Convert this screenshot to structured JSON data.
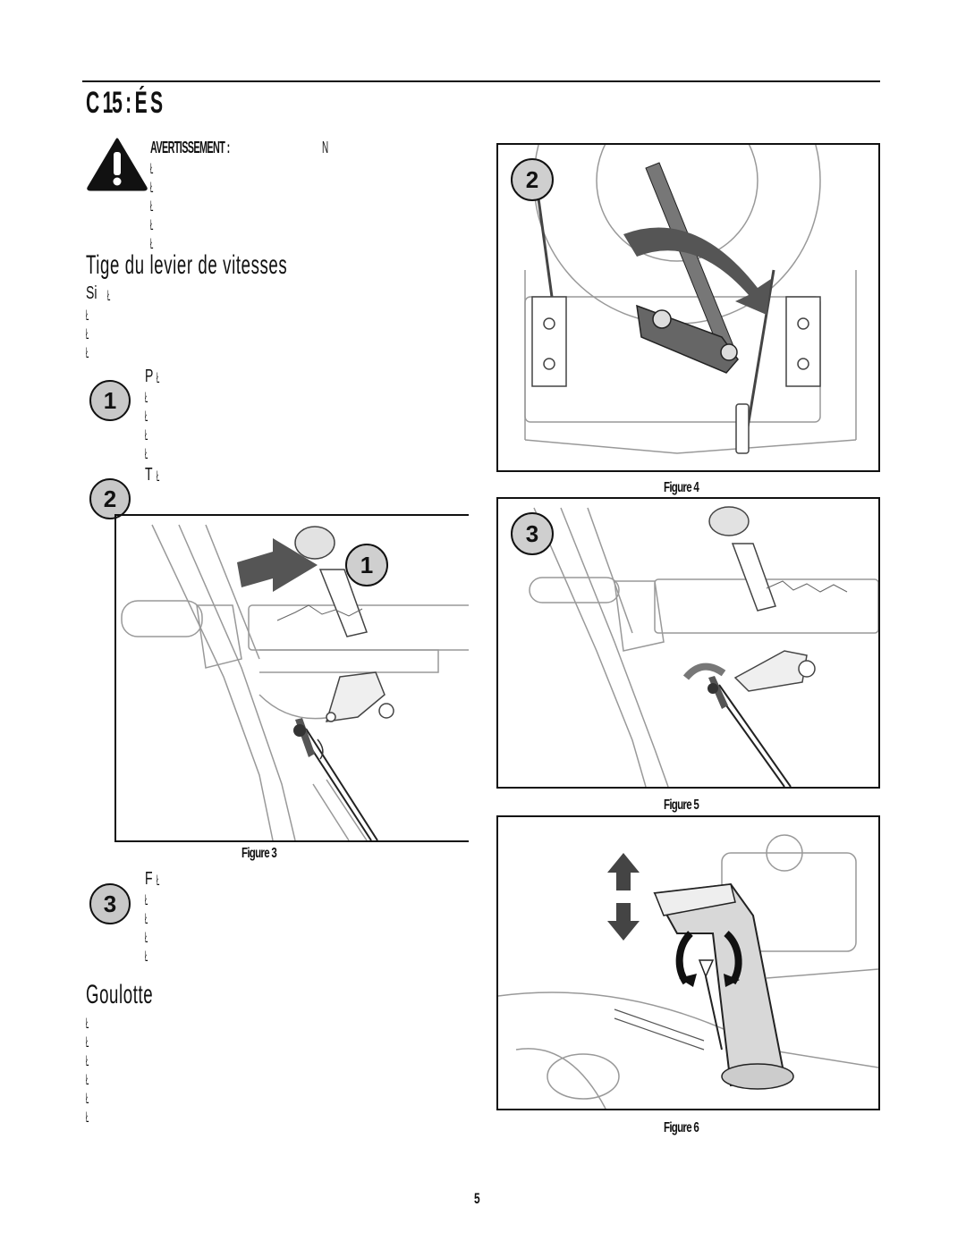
{
  "header": {
    "chapter_title": "C 15 : É S"
  },
  "warning": {
    "head": "AVERTISSEMENT :",
    "tail": "N",
    "lines": [
      "Ł",
      "Ł",
      "Ł",
      "Ł",
      "Ł"
    ]
  },
  "section_shift": {
    "title": "Tige du levier de vitesses",
    "intro_lead": "Si",
    "intro_lines": [
      "Ł",
      "Ł",
      "Ł",
      "Ł"
    ],
    "steps": [
      {
        "number": "1",
        "lead": "P",
        "lines": [
          "Ł",
          "Ł",
          "Ł",
          "Ł",
          "Ł"
        ]
      },
      {
        "number": "2",
        "lead": "T",
        "lines": [
          "Ł"
        ]
      },
      {
        "number": "3",
        "lead": "F",
        "lines": [
          "Ł",
          "Ł",
          "Ł",
          "Ł",
          "Ł"
        ]
      }
    ]
  },
  "section_chute": {
    "title": "Goulotte",
    "lines": [
      "Ł",
      "Ł",
      "Ł",
      "Ł",
      "Ł",
      "Ł"
    ]
  },
  "figures": {
    "fig3": {
      "caption": "Figure 3",
      "callout": "1"
    },
    "fig4": {
      "caption": "Figure 4",
      "callout": "2"
    },
    "fig5": {
      "caption": "Figure 5",
      "callout": "3"
    },
    "fig6": {
      "caption": "Figure 6"
    }
  },
  "page_number": "5"
}
